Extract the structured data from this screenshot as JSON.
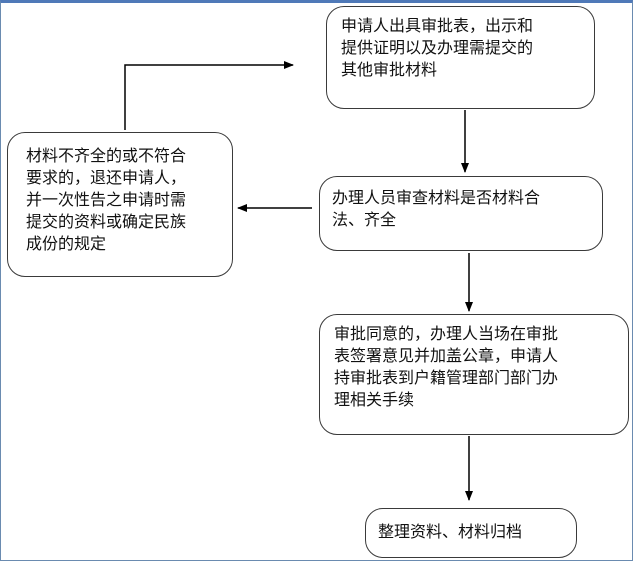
{
  "steps": {
    "submit": "申请人出具审批表，出示和\n提供证明以及办理需提交的\n其他审批材料",
    "review": "办理人员审查材料是否材料合\n法、齐全",
    "reject": "材料不齐全的或不符合\n要求的，退还申请人，\n并一次性告之申请时需\n提交的资料或确定民族\n成份的规定",
    "approve": "审批同意的，办理人当场在审批\n表签署意见并加盖公章，申请人\n持审批表到户籍管理部门部门办\n理相关手续",
    "archive": "整理资料、材料归档"
  }
}
